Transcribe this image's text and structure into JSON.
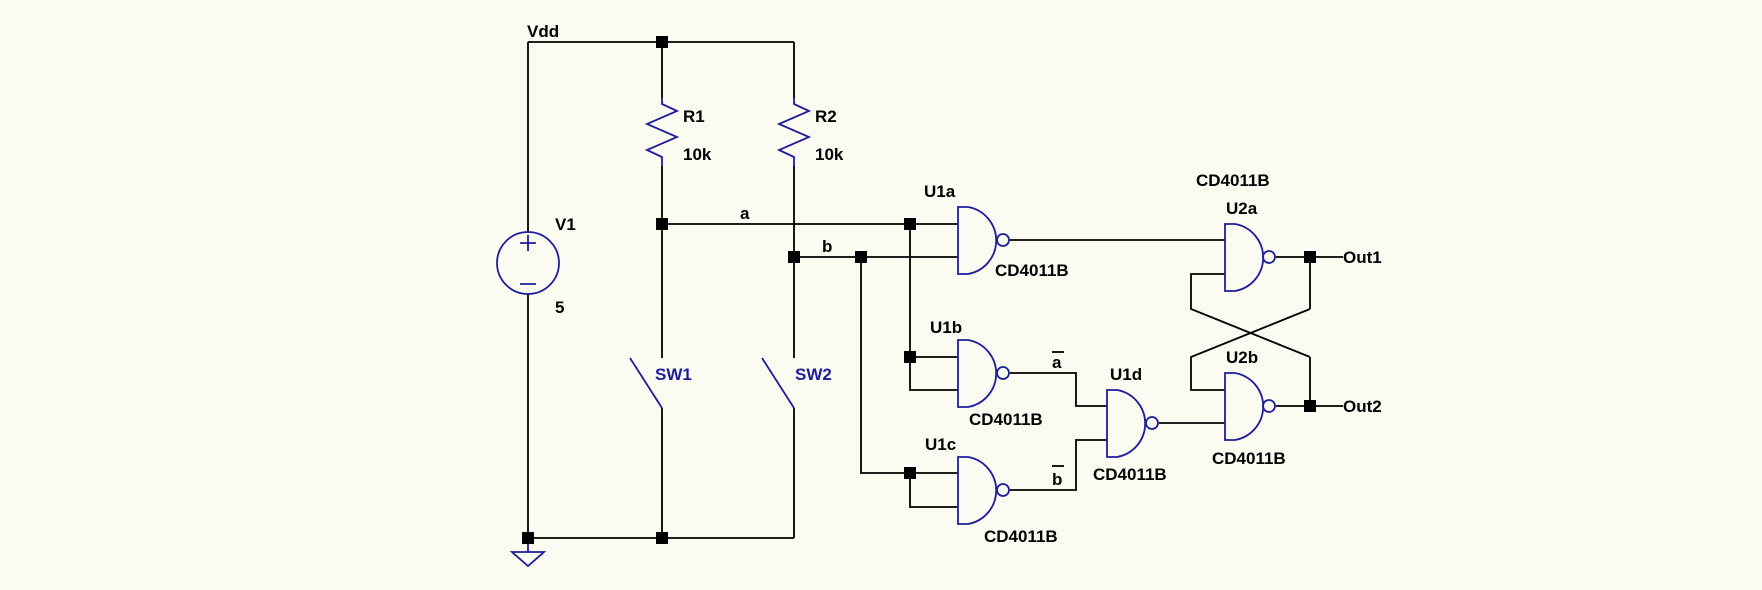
{
  "net_labels": {
    "vdd": "Vdd",
    "a": "a",
    "b": "b",
    "a_not": "a",
    "b_not": "b",
    "out1": "Out1",
    "out2": "Out2"
  },
  "components": {
    "v1": {
      "name": "V1",
      "value": "5"
    },
    "r1": {
      "name": "R1",
      "value": "10k"
    },
    "r2": {
      "name": "R2",
      "value": "10k"
    },
    "sw1": {
      "name": "SW1"
    },
    "sw2": {
      "name": "SW2"
    },
    "u1a": {
      "name": "U1a",
      "part": "CD4011B"
    },
    "u1b": {
      "name": "U1b",
      "part": "CD4011B"
    },
    "u1c": {
      "name": "U1c",
      "part": "CD4011B"
    },
    "u1d": {
      "name": "U1d",
      "part": "CD4011B"
    },
    "u2a": {
      "name": "U2a",
      "part": "CD4011B"
    },
    "u2b": {
      "name": "U2b",
      "part": "CD4011B"
    }
  },
  "colors": {
    "background": "#fbfbf1",
    "wire": "#000000",
    "component": "#1d1d9c"
  }
}
